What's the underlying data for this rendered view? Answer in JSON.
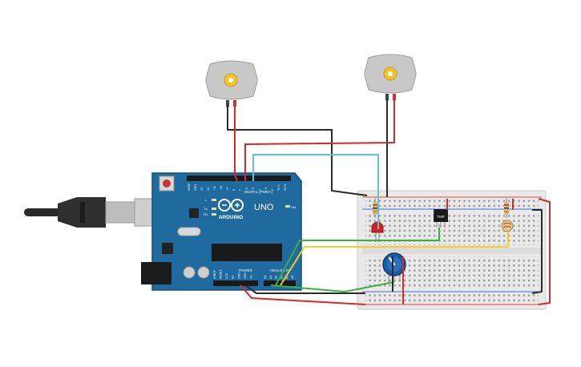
{
  "arduino": {
    "brand": "ARDUINO",
    "model": "UNO",
    "digital_label": "DIGITAL (PWM~)",
    "analog_label": "ANALOG IN",
    "power_label": "POWER",
    "led_l": "L",
    "led_tx": "TX",
    "led_rx": "RX",
    "on_label": "ON",
    "digital_pins": [
      "AREF",
      "GND",
      "13",
      "12",
      "~11",
      "~10",
      "~9",
      "8",
      "7",
      "~6",
      "~5",
      "4",
      "~3",
      "2",
      "TX 1",
      "RX 0"
    ],
    "power_pins": [
      "IOREF",
      "RESET",
      "3.3V",
      "5V",
      "GND",
      "GND",
      "Vin"
    ],
    "analog_pins": [
      "A0",
      "A1",
      "A2",
      "A3",
      "A4",
      "A5"
    ]
  },
  "sensor": {
    "label": "TMP"
  },
  "colors": {
    "board": "#1f6a9e",
    "board_edge": "#15507a",
    "wire_red": "#d42a2a",
    "wire_black": "#2a2a2a",
    "wire_cyan": "#5cc4d6",
    "wire_yellow": "#f0cf2a",
    "wire_green": "#3fae3f",
    "motor_body": "#c8c8c8",
    "motor_gear": "#f2c32c",
    "breadboard": "#ececec",
    "pot_knob": "#1e5a9e"
  }
}
